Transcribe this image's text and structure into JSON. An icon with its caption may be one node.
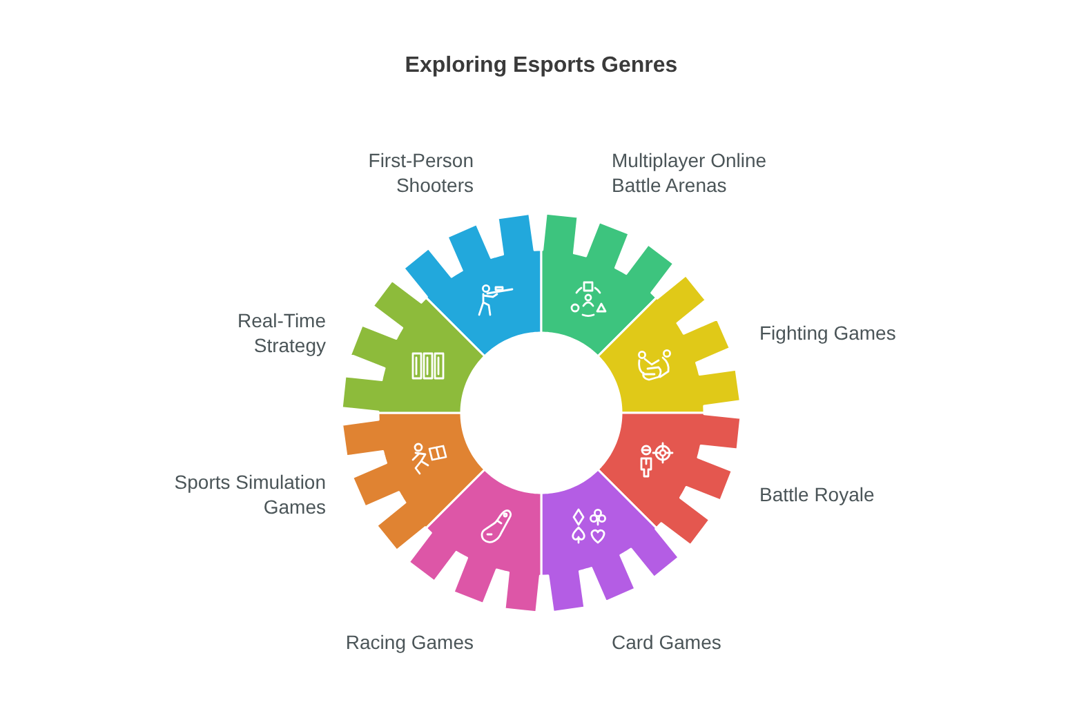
{
  "diagram": {
    "title": "Exploring Esports Genres",
    "nodes": [
      {
        "text": [
          "First-Person Shooters"
        ]
      },
      {
        "text": [
          "Multiplayer Online Battle Arenas"
        ]
      },
      {
        "text": [
          "Fighting Games"
        ]
      },
      {
        "text": [
          "Battle Royale"
        ]
      },
      {
        "text": [
          "Card Games"
        ]
      },
      {
        "text": [
          "Racing Games"
        ]
      },
      {
        "text": [
          "Sports Simulation Games"
        ]
      },
      {
        "text": [
          "Real-Time Strategy"
        ]
      }
    ]
  }
}
